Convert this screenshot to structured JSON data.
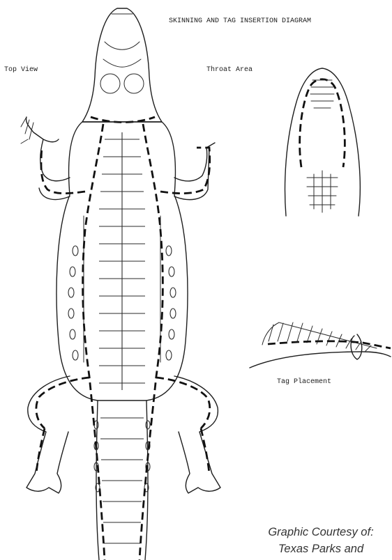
{
  "diagram": {
    "title": "SKINNING AND TAG INSERTION DIAGRAM",
    "labels": {
      "top_view": "Top View",
      "throat_area": "Throat Area",
      "tag_placement": "Tag Placement"
    },
    "credit": {
      "line1": "Graphic Courtesy of:",
      "line2": "Texas Parks and"
    }
  }
}
